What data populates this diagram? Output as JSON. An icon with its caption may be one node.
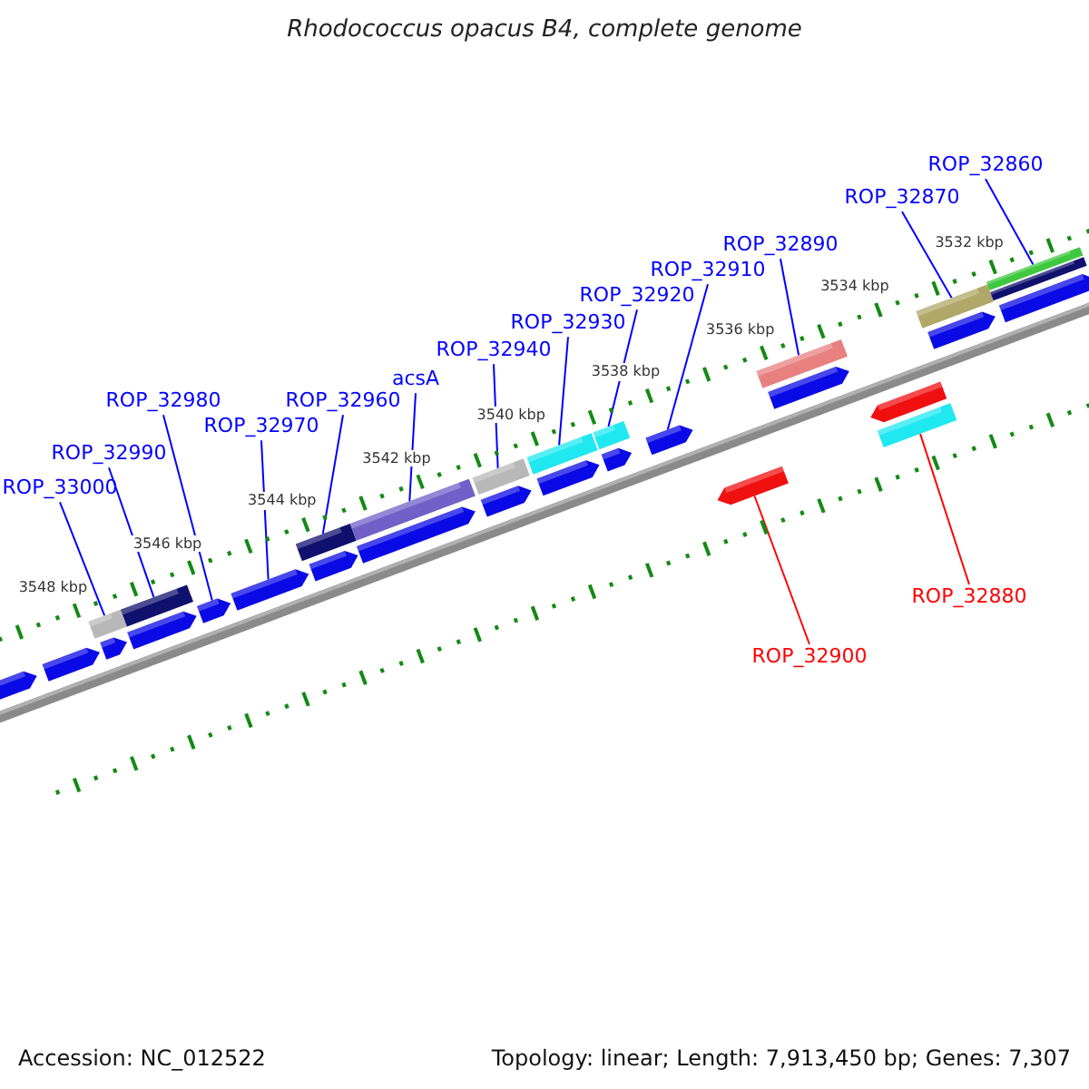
{
  "diagram": {
    "title": "Rhodococcus opacus B4, complete genome",
    "nodes": [
      {
        "text": [
          "ROP_33000"
        ]
      },
      {
        "text": [
          "ROP_32990"
        ]
      },
      {
        "text": [
          "ROP_32980"
        ]
      },
      {
        "text": [
          "ROP_32970"
        ]
      },
      {
        "text": [
          "ROP_32960"
        ]
      },
      {
        "text": [
          "acsA"
        ]
      },
      {
        "text": [
          "ROP_32940"
        ]
      },
      {
        "text": [
          "ROP_32930"
        ]
      },
      {
        "text": [
          "ROP_32920"
        ]
      },
      {
        "text": [
          "ROP_32910"
        ]
      },
      {
        "text": [
          "ROP_32890"
        ]
      },
      {
        "text": [
          "ROP_32870"
        ]
      },
      {
        "text": [
          "ROP_32860"
        ]
      },
      {
        "text": [
          "ROP_32900"
        ]
      },
      {
        "text": [
          "ROP_32880"
        ]
      },
      {
        "text": [],
        "shape": "bar"
      },
      {
        "text": [],
        "shape": "bar"
      },
      {
        "text": [],
        "shape": "pentagon"
      },
      {
        "text": [],
        "shape": "pentagon"
      },
      {
        "text": [],
        "shape": "bar"
      },
      {
        "text": [],
        "shape": "bar"
      },
      {
        "text": [],
        "shape": "bar"
      },
      {
        "text": [],
        "shape": "bar"
      },
      {
        "text": [],
        "shape": "bar"
      },
      {
        "text": [],
        "shape": "pentagon"
      },
      {
        "text": [],
        "shape": "bar"
      },
      {
        "text": [],
        "shape": "bar"
      },
      {
        "text": [],
        "shape": "bar"
      },
      {
        "text": [],
        "shape": "pentagon"
      },
      {
        "text": [],
        "shape": "bar"
      },
      {
        "text": [],
        "shape": "pentagon"
      },
      {
        "text": [],
        "shape": "pentagon"
      },
      {
        "text": [],
        "shape": "pentagon"
      },
      {
        "text": [],
        "shape": "pentagon"
      },
      {
        "text": [],
        "shape": "pentagon"
      },
      {
        "text": [],
        "shape": "pentagon"
      },
      {
        "text": [],
        "shape": "pentagon"
      },
      {
        "text": [],
        "shape": "pentagon"
      },
      {
        "text": [],
        "shape": "pentagon"
      },
      {
        "text": [],
        "shape": "pentagon"
      },
      {
        "text": [],
        "shape": "pentagon"
      },
      {
        "text": [],
        "shape": "pentagon"
      },
      {
        "text": [],
        "shape": "pentagon"
      },
      {
        "text": [],
        "shape": "bar"
      }
    ],
    "edges": [
      {
        "from": 0,
        "to": 15,
        "arrow": "none"
      },
      {
        "from": 1,
        "to": 16,
        "arrow": "none"
      },
      {
        "from": 2,
        "to": 17,
        "arrow": "none"
      },
      {
        "from": 3,
        "to": 18,
        "arrow": "none"
      },
      {
        "from": 4,
        "to": 19,
        "arrow": "none"
      },
      {
        "from": 5,
        "to": 20,
        "arrow": "none"
      },
      {
        "from": 6,
        "to": 21,
        "arrow": "none"
      },
      {
        "from": 7,
        "to": 22,
        "arrow": "none"
      },
      {
        "from": 8,
        "to": 23,
        "arrow": "none"
      },
      {
        "from": 9,
        "to": 24,
        "arrow": "none"
      },
      {
        "from": 10,
        "to": 25,
        "arrow": "none"
      },
      {
        "from": 11,
        "to": 26,
        "arrow": "none"
      },
      {
        "from": 12,
        "to": 27,
        "arrow": "none"
      },
      {
        "from": 13,
        "to": 28,
        "arrow": "none",
        "color": "#ff0000"
      },
      {
        "from": 14,
        "to": 29,
        "arrow": "none",
        "color": "#ff0000"
      }
    ],
    "labels": [
      "3548 kbp",
      "3546 kbp",
      "3544 kbp",
      "3542 kbp",
      "3540 kbp",
      "3538 kbp",
      "3536 kbp",
      "3534 kbp",
      "3532 kbp",
      "Accession: NC_012522",
      "Topology: linear; Length: 7,913,450 bp; Genes: 7,307"
    ]
  }
}
